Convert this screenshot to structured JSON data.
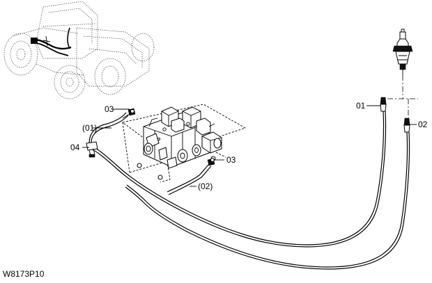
{
  "drawing_id": "W8173P10",
  "callouts": {
    "c01_right": "01",
    "c02_right": "02",
    "c03_top": "03",
    "c03_mid": "03",
    "c01_paren": "(01)",
    "c04": "04",
    "c02_paren": "(02)"
  }
}
